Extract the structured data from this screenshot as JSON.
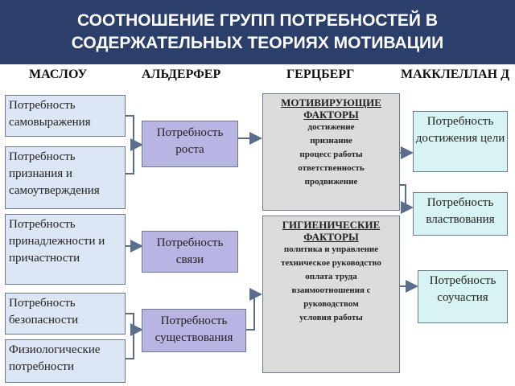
{
  "title": {
    "line1": "СООТНОШЕНИЕ ГРУПП ПОТРЕБНОСТЕЙ В",
    "line2": "СОДЕРЖАТЕЛЬНЫХ ТЕОРИЯХ МОТИВАЦИИ"
  },
  "columns": {
    "maslow": "МАСЛОУ",
    "alderfer": "АЛЬДЕРФЕР",
    "herzberg": "ГЕРЦБЕРГ",
    "mcclelland": "МАККЛЕЛЛАН Д"
  },
  "maslow": [
    "Потребность самовыражения",
    "Потребность признания и самоутверждения",
    "Потребность принадлежности и причастности",
    "Потребность безопасности",
    "Физиологические потребности"
  ],
  "alderfer": [
    "Потребность роста",
    "Потребность связи",
    "Потребность существования"
  ],
  "herzberg": {
    "motivators": {
      "title": "МОТИВИРУЮЩИЕ ФАКТОРЫ",
      "items": [
        "достижение",
        "признание",
        "процесс работы",
        "ответственность",
        "продвижение"
      ]
    },
    "hygiene": {
      "title": "ГИГИЕНИЧЕСКИЕ ФАКТОРЫ",
      "items": [
        "политика и управление",
        "техническое руководство",
        "оплата труда",
        "взаимоотношения с руководством",
        "условия работы"
      ]
    }
  },
  "mcclelland": [
    "Потребность достижения цели",
    "Потребность властвования",
    "Потребность соучастия"
  ],
  "colors": {
    "header": "#2c3f6a",
    "maslow_fill": "#dde6f4",
    "alderfer_fill": "#b9b5e3",
    "herzberg_fill": "#dcdcdc",
    "mcclelland_fill": "#d8f3f3",
    "connector": "#5a6d8c"
  }
}
